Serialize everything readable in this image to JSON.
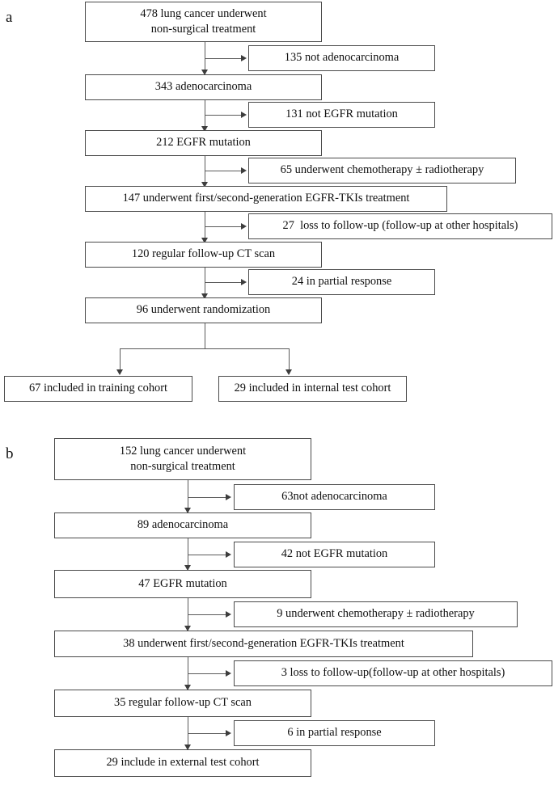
{
  "figure": {
    "type": "flowchart",
    "description": "Patient selection flow diagram with two panels (a: internal cohort, b: external cohort)"
  },
  "panels": [
    {
      "label": "a",
      "main_nodes": [
        {
          "id": "a1",
          "text": "478 lung cancer underwent\nnon-surgical treatment"
        },
        {
          "id": "a2",
          "text": "343 adenocarcinoma"
        },
        {
          "id": "a3",
          "text": "212 EGFR mutation"
        },
        {
          "id": "a4",
          "text": "147 underwent first/second-generation EGFR-TKIs treatment"
        },
        {
          "id": "a5",
          "text": "120 regular follow-up CT scan"
        },
        {
          "id": "a6",
          "text": "96 underwent randomization"
        }
      ],
      "excluded_nodes": [
        {
          "id": "ax1",
          "text": "135 not adenocarcinoma"
        },
        {
          "id": "ax2",
          "text": "131 not EGFR mutation"
        },
        {
          "id": "ax3",
          "text": "65 underwent chemotherapy ± radiotherapy"
        },
        {
          "id": "ax4",
          "text": "27  loss to follow-up (follow-up at other hospitals)"
        },
        {
          "id": "ax5",
          "text": "24 in partial response"
        }
      ],
      "terminal_nodes": [
        {
          "id": "at1",
          "text": "67 included in training cohort"
        },
        {
          "id": "at2",
          "text": "29 included in internal test cohort"
        }
      ]
    },
    {
      "label": "b",
      "main_nodes": [
        {
          "id": "b1",
          "text": "152 lung cancer underwent\nnon-surgical treatment"
        },
        {
          "id": "b2",
          "text": "89 adenocarcinoma"
        },
        {
          "id": "b3",
          "text": "47 EGFR mutation"
        },
        {
          "id": "b4",
          "text": "38 underwent first/second-generation EGFR-TKIs treatment"
        },
        {
          "id": "b5",
          "text": "35 regular follow-up CT scan"
        },
        {
          "id": "b6",
          "text": "29 include in external test cohort"
        }
      ],
      "excluded_nodes": [
        {
          "id": "bx1",
          "text": "63not adenocarcinoma"
        },
        {
          "id": "bx2",
          "text": "42 not EGFR mutation"
        },
        {
          "id": "bx3",
          "text": "9 underwent chemotherapy ± radiotherapy"
        },
        {
          "id": "bx4",
          "text": "3 loss to follow-up(follow-up at other hospitals)"
        },
        {
          "id": "bx5",
          "text": "6 in partial response"
        }
      ]
    }
  ],
  "colors": {
    "box_border": "#4a4a4a",
    "connector": "#5a5a5a",
    "arrow_head": "#3d3d3d",
    "text": "#101010",
    "background": "#ffffff"
  }
}
